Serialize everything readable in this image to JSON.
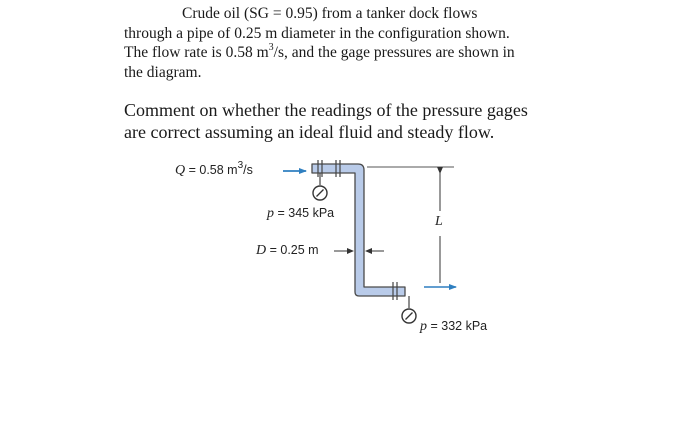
{
  "problem": {
    "para1": {
      "line1": "Crude oil (SG = 0.95) from a tanker dock flows",
      "line2": "through a pipe of 0.25 m diameter in the configuration shown.",
      "line3_prefix": "The flow rate is 0.58 m",
      "line3_sup": "3",
      "line3_suffix": "/s, and the gage pressures are shown in",
      "line4": "the diagram."
    },
    "para2": {
      "line1": "Comment on whether the readings of the pressure gages",
      "line2": "are correct assuming an ideal fluid and steady flow."
    }
  },
  "diagram": {
    "flow_label": {
      "var": "Q",
      "prefix": " = 0.58 m",
      "sup": "3",
      "suffix": "/s"
    },
    "upper_gage_label": {
      "var": "p",
      "text": " = 345 kPa"
    },
    "diameter_label": {
      "var": "D",
      "text": " = 0.25 m"
    },
    "length_label": {
      "var": "L"
    },
    "lower_gage_label": {
      "var": "p",
      "text": " = 332 kPa"
    },
    "colors": {
      "pipe_fill": "#b9cbe9",
      "pipe_stroke": "#4a4a4a",
      "arrow": "#2f7fc0",
      "text": "#222222"
    }
  }
}
